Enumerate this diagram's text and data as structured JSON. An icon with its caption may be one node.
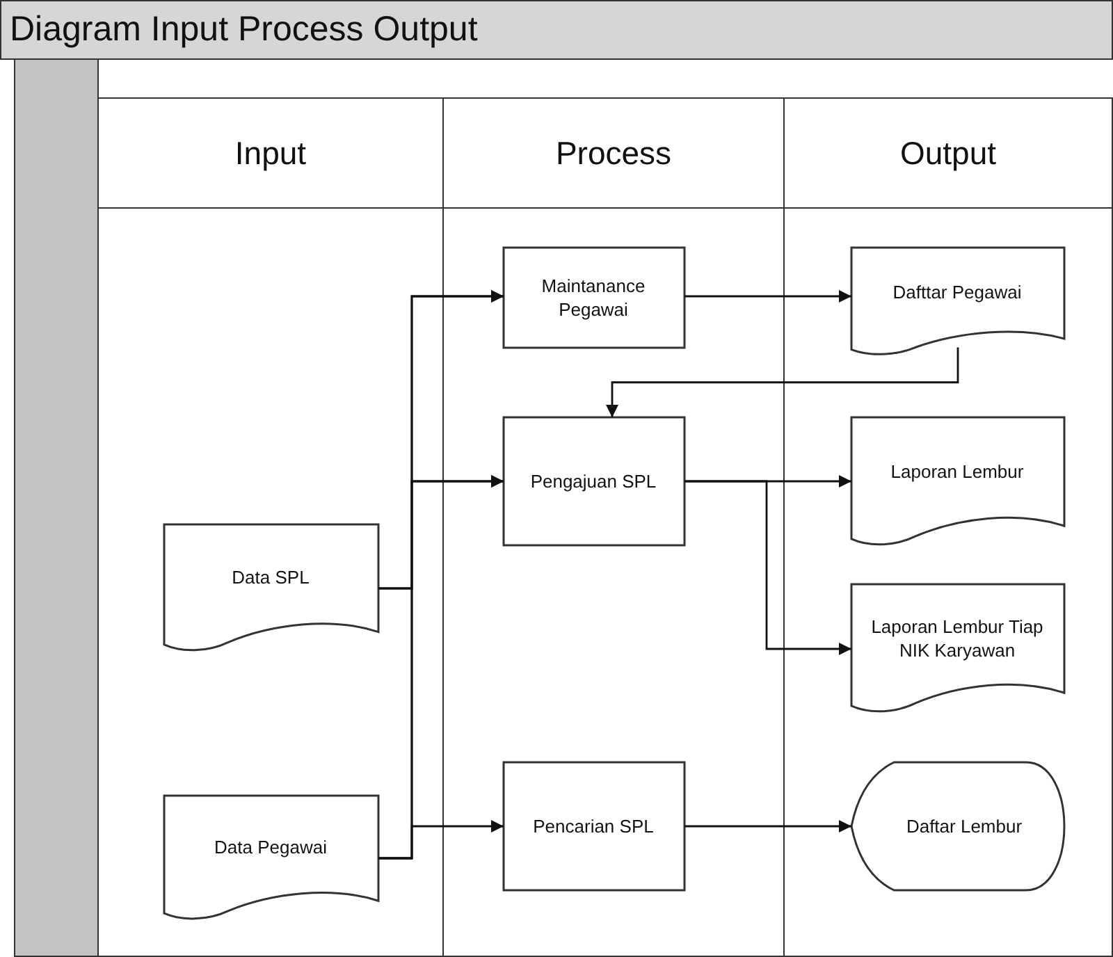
{
  "diagram": {
    "title": "Diagram Input Process Output",
    "nodes": [
      {
        "text": [
          "Input"
        ]
      },
      {
        "text": [
          "Process"
        ]
      },
      {
        "text": [
          "Output"
        ]
      },
      {
        "text": [
          "Data SPL"
        ],
        "in": 0
      },
      {
        "text": [
          "Data Pegawai"
        ],
        "in": 0
      },
      {
        "text": [
          "Maintanance Pegawai"
        ],
        "in": 1
      },
      {
        "text": [
          "Pengajuan SPL"
        ],
        "in": 1
      },
      {
        "text": [
          "Pencarian SPL"
        ],
        "in": 1
      },
      {
        "text": [
          "Dafttar Pegawai"
        ],
        "in": 2
      },
      {
        "text": [
          "Laporan Lembur"
        ],
        "in": 2
      },
      {
        "text": [
          "Laporan Lembur Tiap NIK Karyawan"
        ],
        "in": 2
      },
      {
        "text": [
          "Daftar Lembur"
        ],
        "in": 2
      },
      {
        "text": [],
        "shape": "bar"
      }
    ],
    "edges": [
      {
        "from": 3,
        "to": 5,
        "arrow": "to"
      },
      {
        "from": 3,
        "to": 6,
        "arrow": "to"
      },
      {
        "from": 4,
        "to": 5,
        "arrow": "to"
      },
      {
        "from": 4,
        "to": 6,
        "arrow": "to"
      },
      {
        "from": 4,
        "to": 7,
        "arrow": "to"
      },
      {
        "from": 5,
        "to": 8,
        "arrow": "to"
      },
      {
        "from": 8,
        "to": 6,
        "arrow": "to"
      },
      {
        "from": 6,
        "to": 9,
        "arrow": "to"
      },
      {
        "from": 6,
        "to": 10,
        "arrow": "to"
      },
      {
        "from": 7,
        "to": 11,
        "arrow": "to"
      }
    ]
  }
}
